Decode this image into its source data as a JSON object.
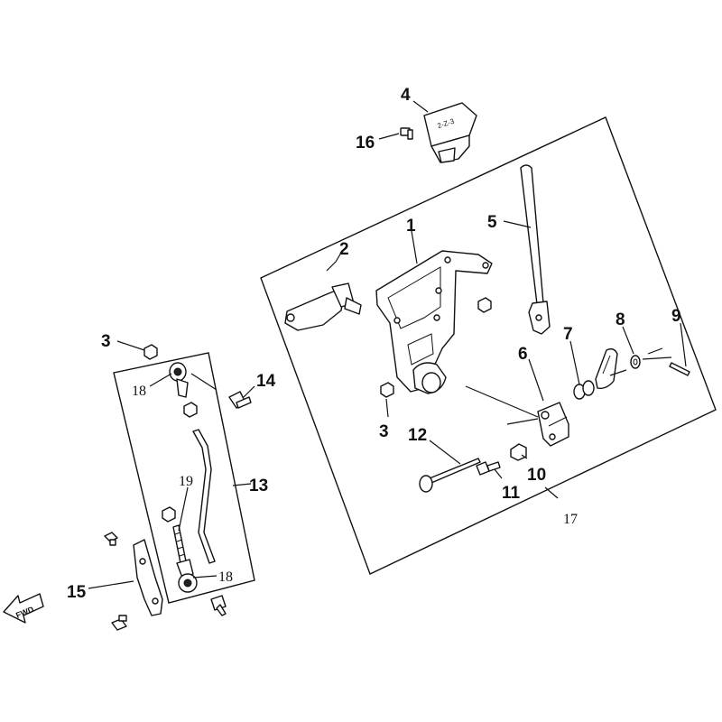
{
  "callouts": {
    "c1": "1",
    "c2": "2",
    "c3a": "3",
    "c3b": "3",
    "c4": "4",
    "c5": "5",
    "c6": "6",
    "c7": "7",
    "c8": "8",
    "c9": "9",
    "c10": "10",
    "c11": "11",
    "c12": "12",
    "c13": "13",
    "c14": "14",
    "c15": "15",
    "c16": "16",
    "c17": "17",
    "c18a": "18",
    "c18b": "18",
    "c19": "19"
  },
  "knob_text": "2-Z-3",
  "fwd_label": "FWD"
}
